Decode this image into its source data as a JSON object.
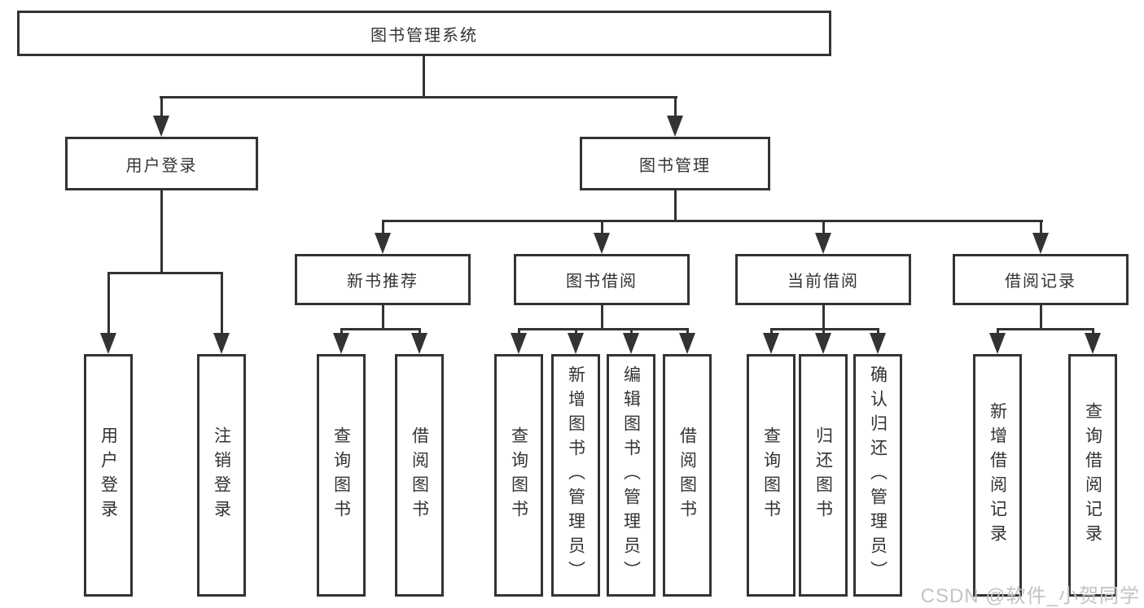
{
  "diagram": {
    "root": {
      "label": "图书管理系统"
    },
    "level2": {
      "user_login": {
        "label": "用户登录"
      },
      "book_management": {
        "label": "图书管理"
      }
    },
    "level3": {
      "new_book_recommend": {
        "label": "新书推荐"
      },
      "book_borrowing": {
        "label": "图书借阅"
      },
      "current_borrowing": {
        "label": "当前借阅"
      },
      "borrowing_records": {
        "label": "借阅记录"
      }
    },
    "leaves": {
      "user_login": {
        "label": "用户登录"
      },
      "logout": {
        "label": "注销登录"
      },
      "nb_query_books": {
        "label": "查询图书"
      },
      "nb_borrow_books": {
        "label": "借阅图书"
      },
      "bb_query_books": {
        "label": "查询图书"
      },
      "bb_add_books": {
        "label": "新增图书（管理员）"
      },
      "bb_edit_books": {
        "label": "编辑图书（管理员）"
      },
      "bb_borrow_books": {
        "label": "借阅图书"
      },
      "cb_query_books": {
        "label": "查询图书"
      },
      "cb_return_books": {
        "label": "归还图书"
      },
      "cb_confirm_return": {
        "label": "确认归还（管理员）"
      },
      "br_add_record": {
        "label": "新增借阅记录"
      },
      "br_query_record": {
        "label": "查询借阅记录"
      }
    },
    "watermark": "CSDN @软件_小贺同学",
    "colors": {
      "line": "#333333",
      "text": "#333333",
      "watermark": "#c3c3c3",
      "background": "#ffffff"
    }
  }
}
